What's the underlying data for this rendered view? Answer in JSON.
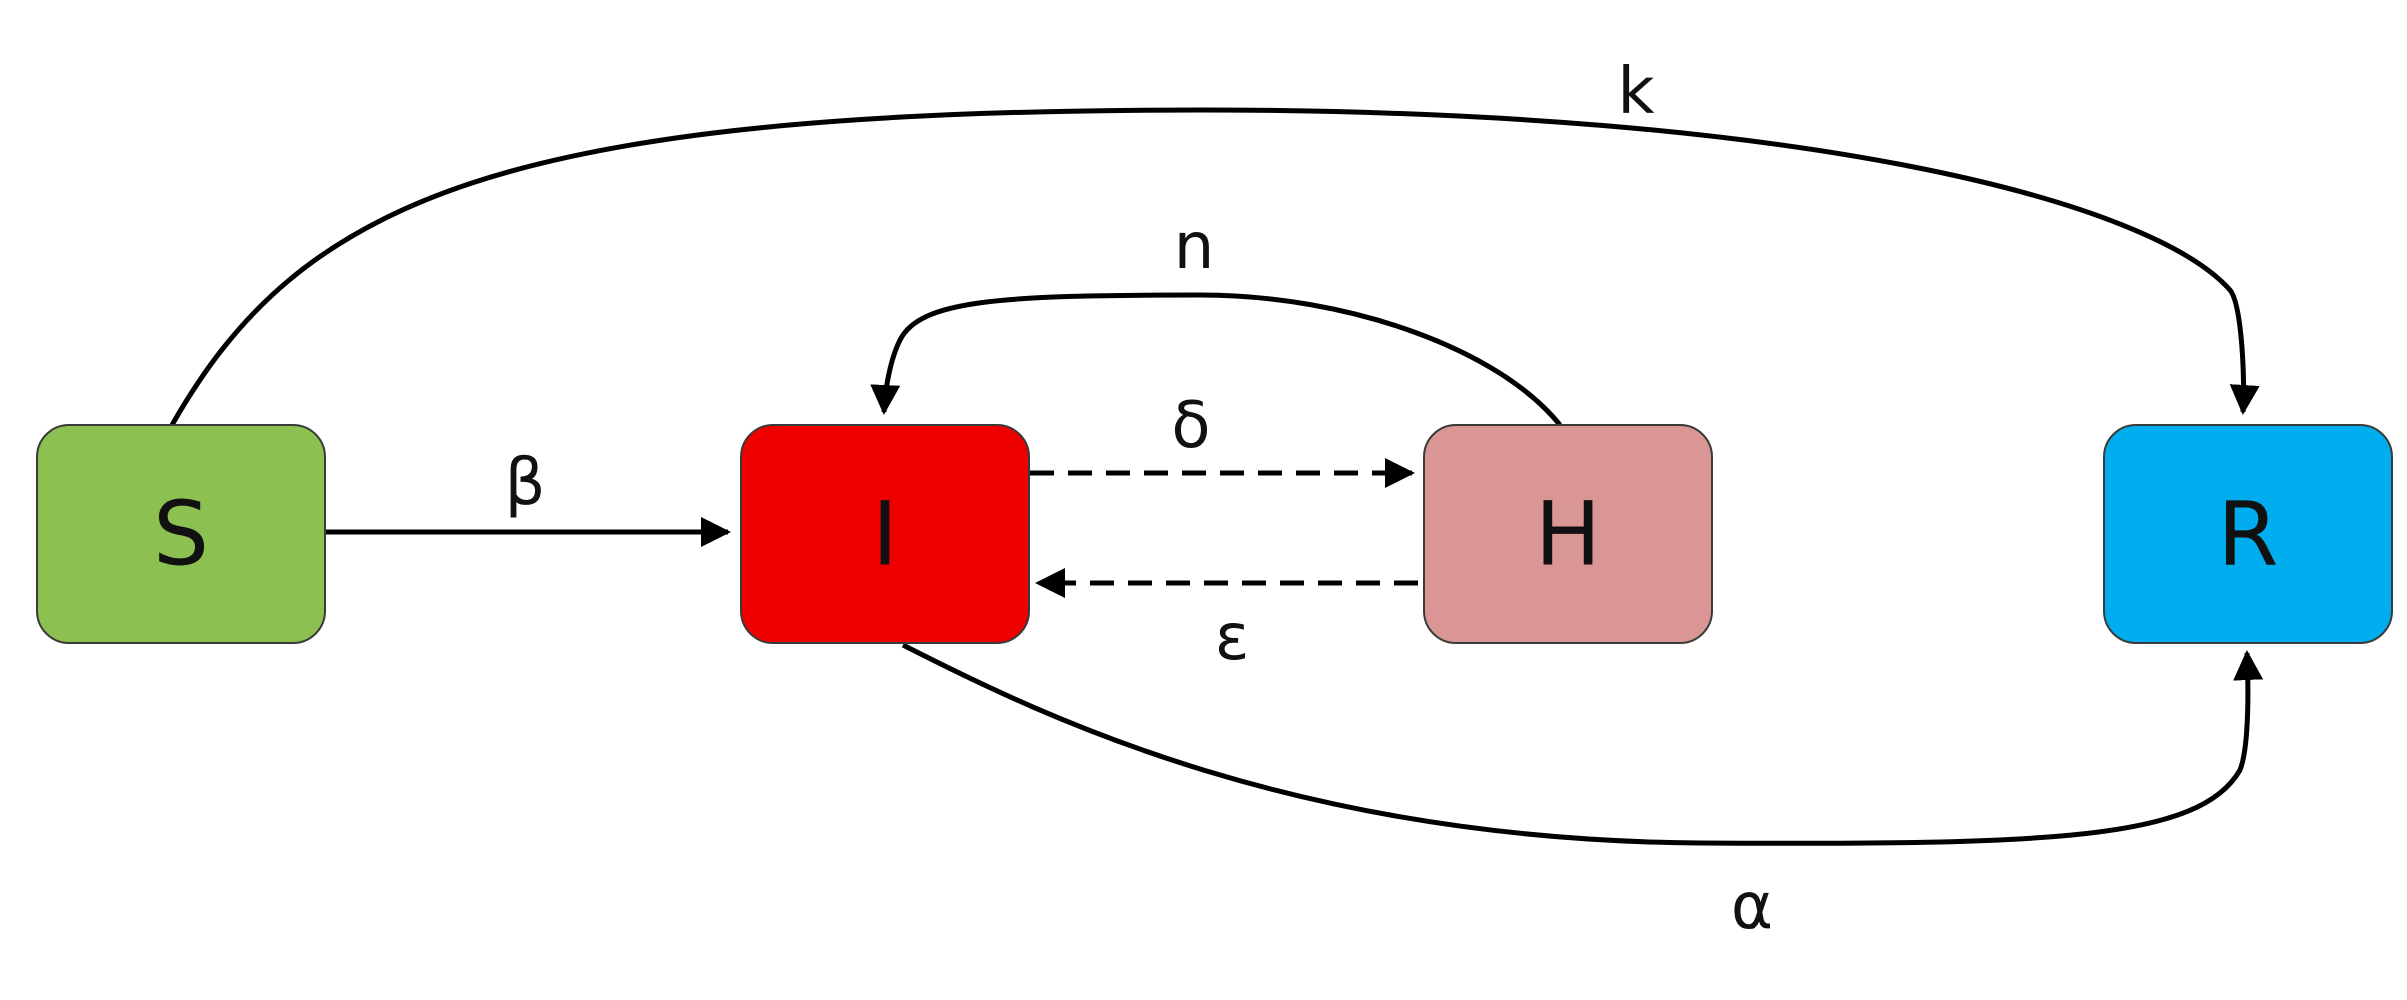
{
  "nodes": {
    "S": {
      "label": "S",
      "color": "#8cc152"
    },
    "I": {
      "label": "I",
      "color": "#ee0000"
    },
    "H": {
      "label": "H",
      "color": "#d99694"
    },
    "R": {
      "label": "R",
      "color": "#00aeef"
    }
  },
  "edges": {
    "s_to_i": {
      "label": "β",
      "from": "S",
      "to": "I",
      "style": "solid"
    },
    "s_to_r": {
      "label": "k",
      "from": "S",
      "to": "R",
      "style": "solid"
    },
    "h_to_i": {
      "label": "n",
      "from": "H",
      "to": "I",
      "style": "solid"
    },
    "i_to_h": {
      "label": "δ",
      "from": "I",
      "to": "H",
      "style": "dashed"
    },
    "h_to_i_dashed": {
      "label": "ε",
      "from": "H",
      "to": "I",
      "style": "dashed"
    },
    "i_to_r": {
      "label": "α",
      "from": "I",
      "to": "R",
      "style": "solid"
    }
  }
}
